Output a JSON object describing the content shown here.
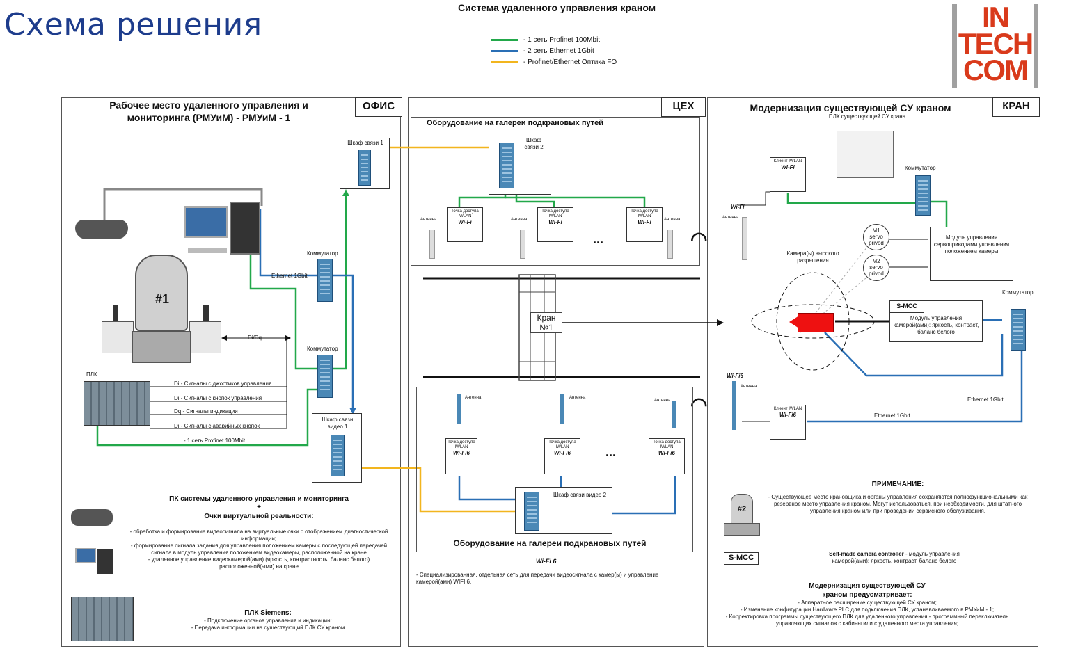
{
  "page": {
    "title": "Схема решения",
    "diagram_title": "Система удаленного управления краном"
  },
  "legend": [
    {
      "label": "- 1 сеть Profinet 100Mbit",
      "color": "#22a84a"
    },
    {
      "label": "- 2 сеть Ethernet 1Gbit",
      "color": "#2a6fb5"
    },
    {
      "label": "- Profinet/Ethernet Оптика FO",
      "color": "#f2b51e"
    }
  ],
  "logo": {
    "line1": "IN",
    "line2": "TECH",
    "line3": "COM"
  },
  "office": {
    "tag": "ОФИС",
    "title": "Рабочее место удаленного управления и мониторинга (РМУиМ) - РМУиМ - 1",
    "seat_label": "#1",
    "cabinet1": "Шкаф связи 1",
    "switch1_label": "Коммутатор",
    "switch2_label": "Коммутатор",
    "ethernet_label": "Ethernet 1Gbit",
    "di_dq_label": "Di/Dq",
    "plc_label": "ПЛК",
    "signals": [
      "Di - Сигналы с джостиков управления",
      "Di - Сигналы с кнопок управления",
      "Dq - Сигналы индикации",
      "Di - Сигналы с аварийных кнопок",
      "- 1 сеть Profinet 100Mbit"
    ],
    "video_cabinet": "Шкаф связи видео 1",
    "pc_title1": "ПК системы удаленного управления и мониторинга",
    "pc_title2": "+",
    "pc_title3": "Очки виртуальной реальности:",
    "pc_notes": [
      "- обработка и формирование видеосигнала на виртуальные очки с отображением диагностической информации;",
      "- формирование сигнала задания для управления положением камеры с последующей передачей сигнала в модуль управления положением видеокамеры, расположенной на кране",
      "- удаленное управление видеокамерой(ами) (яркость, контрастность, баланс белого) расположенной(ыми) на кране"
    ],
    "plc_title": "ПЛК Siemens:",
    "plc_notes": [
      "- Подключение органов управления и индикации:",
      "- Передача информации на существующий ПЛК СУ краном"
    ]
  },
  "shop": {
    "tag": "ЦЕХ",
    "gallery_top_title": "Оборудование на галереи подкрановых путей",
    "cabinet2": "Шкаф связи 2",
    "ap_label": "Точка доступа IWLAN",
    "wifi": "Wi-Fi",
    "antenna": "Антенна",
    "dots": "...",
    "crane": "Кран №1",
    "gallery_bottom_title": "Оборудование на галереи подкрановых путей",
    "wifi6": "Wi-Fi6",
    "video_cabinet2": "Шкаф связи видео 2",
    "wifi6_caption": "Wi-Fi 6",
    "wifi6_note": "- Специализированная, отдельная сеть для передачи видеосигнала с камер(ы) и управление камерой(ами) WIFI 6."
  },
  "crane": {
    "tag": "КРАН",
    "title": "Модернизация существующей СУ краном",
    "plc_label": "ПЛК существующей СУ крана",
    "client_label": "Клиент IWLAN",
    "wifi": "Wi-Fi",
    "wifi6": "Wi-Fi6",
    "antenna": "Антенна",
    "switch_label": "Коммутатор",
    "switch_label2": "Коммутатор",
    "m1": "M1 servo privod",
    "m2": "M2 servo privod",
    "camera_label": "Камера(ы) высокого разрешения",
    "servo_module": "Модуль управления сервоприводами управления положением камеры",
    "smcc": "S-MCC",
    "cam_module": "Модуль управления камерой(ами): яркость, контраст, баланс белого",
    "ethernet1": "Ethernet 1Gbit",
    "ethernet2": "Ethernet 1Gbit",
    "note_title": "ПРИМЕЧАНИЕ:",
    "note_text": "- Существующее место крановщика и органы управления сохраняются полнофункциональными как резервное место управления краном. Могут использоваться, при необходимости, для штатного управления краном или при проведении сервисного обслуживания.",
    "seat2": "#2",
    "smcc_bold": "Self-made camera controller",
    "smcc_note": " - модуль управления камерой(ами): яркость, контраст, баланс белого",
    "mod_title": "Модернизация существующей СУ краном предусматривает:",
    "mod_notes": [
      "- Аппаратное расширение существующей СУ краном;",
      "- Изменение конфигурации Hardware PLC для подключения ПЛК, устанавливаемого в РМУиМ - 1;",
      "- Корректировка программы существующего ПЛК для удаленного управления - программный переключатель управляющих сигналов с кабины или с удаленного места управления;"
    ]
  }
}
